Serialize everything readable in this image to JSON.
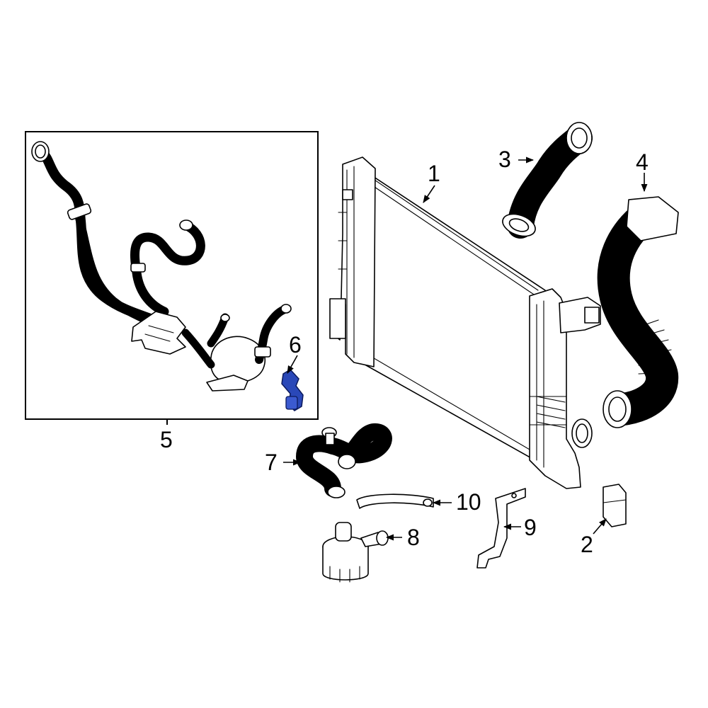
{
  "diagram": {
    "callouts": [
      {
        "id": "1",
        "label": "1"
      },
      {
        "id": "2",
        "label": "2"
      },
      {
        "id": "3",
        "label": "3"
      },
      {
        "id": "4",
        "label": "4"
      },
      {
        "id": "5",
        "label": "5"
      },
      {
        "id": "6",
        "label": "6"
      },
      {
        "id": "7",
        "label": "7"
      },
      {
        "id": "8",
        "label": "8"
      },
      {
        "id": "9",
        "label": "9"
      },
      {
        "id": "10",
        "label": "10"
      }
    ],
    "highlighted_part": "6",
    "colors": {
      "line": "#000000",
      "background": "#ffffff",
      "highlight": "#2a48b8"
    }
  }
}
